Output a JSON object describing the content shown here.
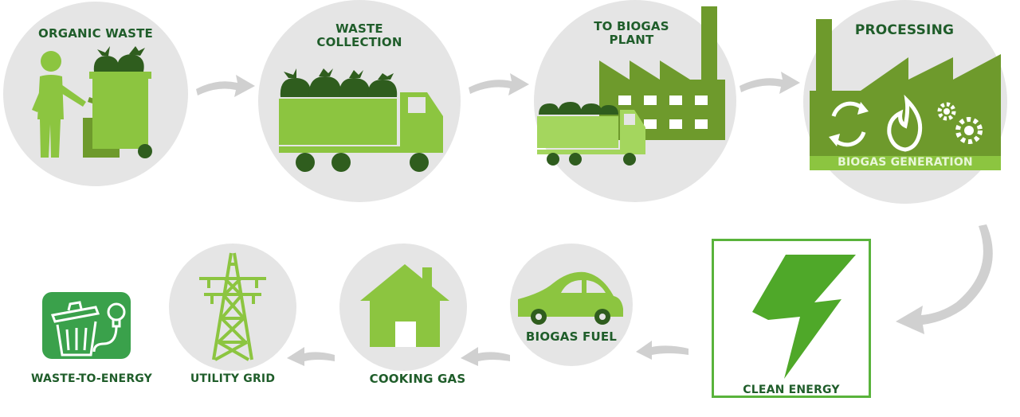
{
  "steps": {
    "organic_waste": "ORGANIC WASTE",
    "waste_collection_1": "WASTE",
    "waste_collection_2": "COLLECTION",
    "to_biogas_1": "TO BIOGAS",
    "to_biogas_2": "PLANT",
    "processing": "PROCESSING",
    "biogas_generation": "BIOGAS GENERATION",
    "clean_energy": "CLEAN ENERGY",
    "biogas_fuel": "BIOGAS FUEL",
    "cooking_gas": "COOKING GAS",
    "utility_grid": "UTILITY GRID",
    "waste_to_energy": "WASTE-TO-ENERGY"
  },
  "colors": {
    "light_green": "#8cc540",
    "mid_green": "#6e9a2c",
    "dark_green": "#2f5d1e",
    "bright_green": "#59b33b",
    "circle_gray": "#e5e5e5",
    "arrow_gray": "#d0d0d0"
  }
}
